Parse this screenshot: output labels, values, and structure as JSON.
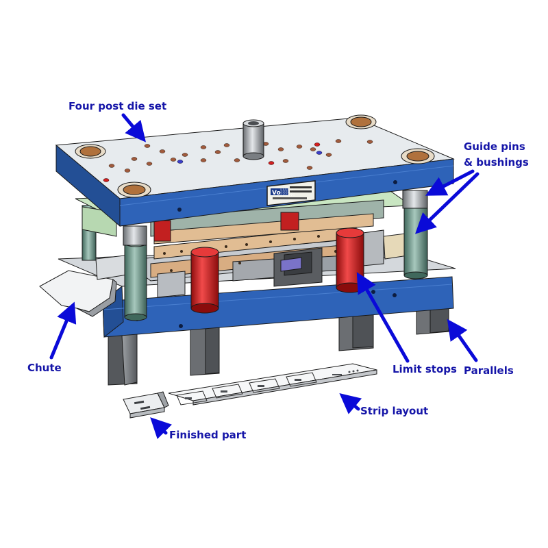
{
  "labels": {
    "die_set": "Four post die set",
    "guide_pins_line1": "Guide pins",
    "guide_pins_line2": "& bushings",
    "chute": "Chute",
    "limit_stops": "Limit stops",
    "parallels": "Parallels",
    "strip_layout": "Strip layout",
    "finished_part": "Finished part"
  },
  "nameplate": {
    "brand": "Vo░░░"
  },
  "colors": {
    "plate_blue": "#2e63b8",
    "plate_top": "#e7ebee",
    "post_green": "#6d9a8c",
    "bushing_copper": "#b0713c",
    "limit_stop_red": "#d11f1f",
    "parallel_gray": "#6f7276",
    "stripper_green": "#c9e6c2",
    "wood_tan": "#d8ad82",
    "label_blue": "#1515a8",
    "arrow_blue": "#0a0ad8"
  },
  "icons": {
    "arrow": "arrow-icon"
  }
}
